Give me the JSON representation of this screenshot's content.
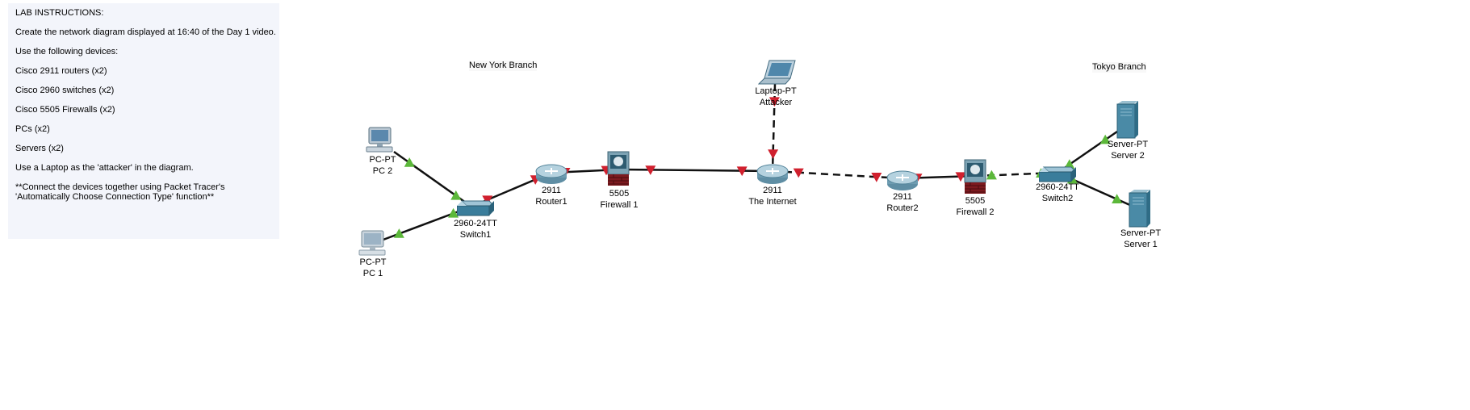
{
  "instructions": {
    "title": "LAB INSTRUCTIONS:",
    "line1": "Create the network diagram displayed at 16:40 of the Day 1 video.",
    "line2": "Use the following devices:",
    "line3": "Cisco 2911 routers (x2)",
    "line4": "Cisco 2960 switches (x2)",
    "line5": "Cisco 5505 Firewalls (x2)",
    "line6": "PCs (x2)",
    "line7": "Servers (x2)",
    "line8": "Use a Laptop as the 'attacker' in the diagram.",
    "line9": "**Connect the devices together using Packet Tracer's",
    "line10": "'Automatically Choose Connection Type' function**"
  },
  "notes": {
    "new_york": "New York Branch",
    "tokyo": "Tokyo Branch"
  },
  "devices": {
    "pc2": {
      "model": "PC-PT",
      "name": "PC 2",
      "icon": "pc-icon"
    },
    "pc1": {
      "model": "PC-PT",
      "name": "PC 1",
      "icon": "pc-icon"
    },
    "switch1": {
      "model": "2960-24TT",
      "name": "Switch1",
      "icon": "switch-icon"
    },
    "router1": {
      "model": "2911",
      "name": "Router1",
      "icon": "router-icon"
    },
    "firewall1": {
      "model": "5505",
      "name": "Firewall 1",
      "icon": "firewall-icon"
    },
    "internet": {
      "model": "2911",
      "name": "The Internet",
      "icon": "router-icon"
    },
    "attacker": {
      "model": "Laptop-PT",
      "name": "Attacker",
      "icon": "laptop-icon"
    },
    "router2": {
      "model": "2911",
      "name": "Router2",
      "icon": "router-icon"
    },
    "firewall2": {
      "model": "5505",
      "name": "Firewall 2",
      "icon": "firewall-icon"
    },
    "switch2": {
      "model": "2960-24TT",
      "name": "Switch2",
      "icon": "switch-icon"
    },
    "server2": {
      "model": "Server-PT",
      "name": "Server 2",
      "icon": "server-icon"
    },
    "server1": {
      "model": "Server-PT",
      "name": "Server 1",
      "icon": "server-icon"
    }
  },
  "colors": {
    "link_up": "#5cb83a",
    "link_down": "#d0202e",
    "cable": "#111111"
  },
  "links": [
    {
      "from": "pc2",
      "to": "switch1",
      "status": "up",
      "style": "solid"
    },
    {
      "from": "pc1",
      "to": "switch1",
      "status": "up",
      "style": "solid"
    },
    {
      "from": "switch1",
      "to": "router1",
      "status": "down",
      "style": "solid"
    },
    {
      "from": "router1",
      "to": "firewall1",
      "status": "down",
      "style": "solid"
    },
    {
      "from": "firewall1",
      "to": "internet",
      "status": "down",
      "style": "solid"
    },
    {
      "from": "attacker",
      "to": "internet",
      "status": "down",
      "style": "dashed"
    },
    {
      "from": "internet",
      "to": "router2",
      "status": "down",
      "style": "dashed"
    },
    {
      "from": "router2",
      "to": "firewall2",
      "status": "down",
      "style": "solid"
    },
    {
      "from": "firewall2",
      "to": "switch2",
      "status": "up",
      "style": "dashed"
    },
    {
      "from": "switch2",
      "to": "server2",
      "status": "up",
      "style": "solid"
    },
    {
      "from": "switch2",
      "to": "server1",
      "status": "up",
      "style": "solid"
    }
  ]
}
